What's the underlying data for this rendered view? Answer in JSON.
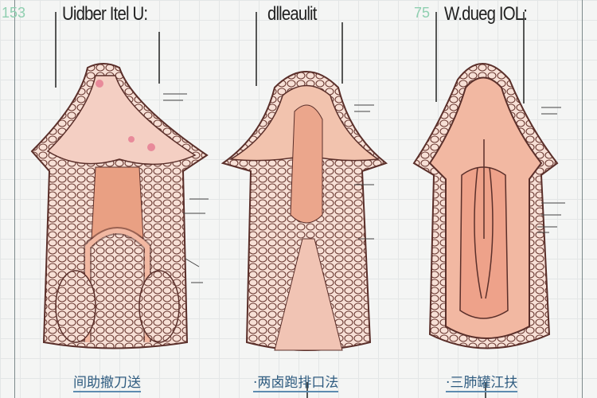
{
  "panels": [
    {
      "number": "153",
      "title": "Uidber Itel U:",
      "caption": "间助撤刀送"
    },
    {
      "number": "",
      "title": "dlleaulit",
      "caption": "·两卤跑排口法"
    },
    {
      "number": "75",
      "title": "W.dueg IOL:",
      "caption": "·三肺罐江扶"
    }
  ],
  "colors": {
    "tissue": "#f2b8a2",
    "tissue_dark": "#e08a72",
    "outline": "#5a2f2a",
    "cells": "#f7e0d6",
    "caption": "#2f5c80"
  }
}
